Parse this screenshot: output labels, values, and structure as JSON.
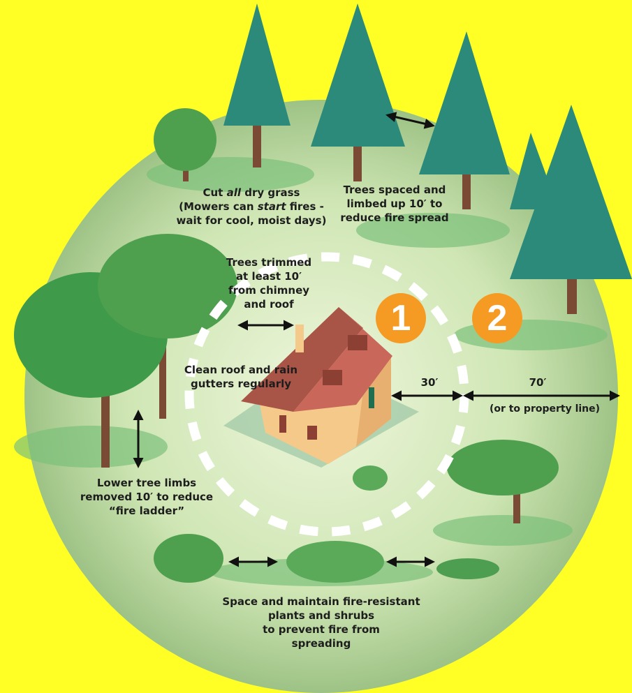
{
  "colors": {
    "background": "#ffff26",
    "zone_badge": "#f59a23",
    "ground": "#cfe6b4",
    "pine": "#2b8a7a",
    "tree": "#3f9a4a",
    "roof": "#c9675a",
    "wall": "#f5c98a"
  },
  "zones": [
    {
      "number": "1",
      "distance": "30′"
    },
    {
      "number": "2",
      "distance": "70′",
      "note": "(or to property line)"
    }
  ],
  "labels": {
    "dry_grass": {
      "pre": "Cut ",
      "em": "all",
      "post": " dry grass",
      "line2_pre": "(Mowers can ",
      "line2_em": "start",
      "line2_post": " fires -",
      "line3": "wait for cool, moist days)"
    },
    "trees_spaced": [
      "Trees spaced and",
      "limbed up 10′ to",
      "reduce fire spread"
    ],
    "trees_trimmed": [
      "Trees trimmed",
      "at least 10′",
      "from chimney",
      "and roof"
    ],
    "clean_roof": [
      "Clean roof and rain",
      "gutters regularly"
    ],
    "lower_limbs": [
      "Lower tree limbs",
      "removed 10′ to reduce",
      "“fire ladder”"
    ],
    "plants": [
      "Space and maintain fire-resistant",
      "plants and shrubs",
      "to prevent fire from",
      "spreading"
    ]
  }
}
